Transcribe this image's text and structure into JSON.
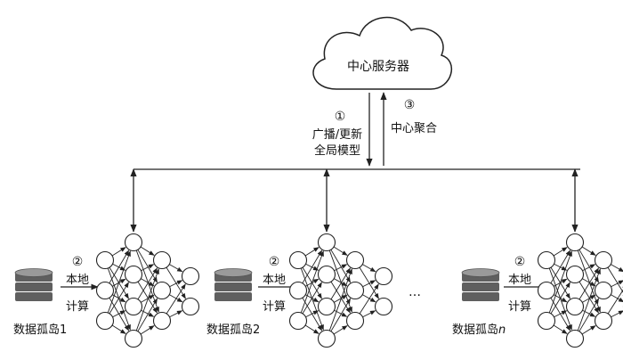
{
  "server": {
    "label": "中心服务器"
  },
  "steps": {
    "broadcast": {
      "num": "①",
      "line1": "广播/更新",
      "line2": "全局模型"
    },
    "aggregate": {
      "num": "③",
      "line1": "中心聚合"
    }
  },
  "islands": [
    {
      "num": "②",
      "line1": "本地",
      "line2": "计算",
      "label_prefix": "数据孤岛",
      "label_suffix": "1"
    },
    {
      "num": "②",
      "line1": "本地",
      "line2": "计算",
      "label_prefix": "数据孤岛",
      "label_suffix": "2"
    },
    {
      "num": "②",
      "line1": "本地",
      "line2": "计算",
      "label_prefix": "数据孤岛",
      "label_suffix": "n"
    }
  ],
  "ellipsis": "…",
  "colors": {
    "stroke": "#222222",
    "db_top": "#9a9a9a",
    "db_body": "#5f5f5f"
  }
}
